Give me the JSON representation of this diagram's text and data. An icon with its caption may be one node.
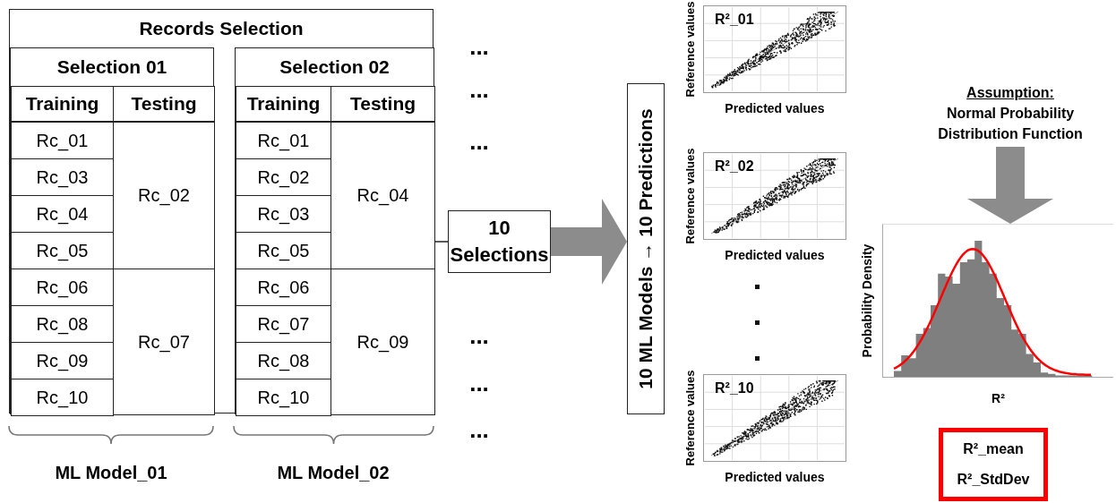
{
  "diagram": {
    "nodes": [
      {
        "text": [
          "Records Selection"
        ]
      },
      {
        "text": [
          "Selection 01"
        ],
        "in": 0
      },
      {
        "text": [
          "Training"
        ],
        "in": 1
      },
      {
        "text": [
          "Testing"
        ],
        "in": 1
      },
      {
        "text": [
          "Rc_01"
        ],
        "in": 1
      },
      {
        "text": [
          "Rc_02"
        ],
        "in": 1
      },
      {
        "text": [
          "Rc_03"
        ],
        "in": 1
      },
      {
        "text": [
          "Rc_04"
        ],
        "in": 1
      },
      {
        "text": [
          "Rc_05"
        ],
        "in": 1
      },
      {
        "text": [
          "Rc_06"
        ],
        "in": 1
      },
      {
        "text": [
          "Rc_07"
        ],
        "in": 1
      },
      {
        "text": [
          "Rc_08"
        ],
        "in": 1
      },
      {
        "text": [
          "Rc_09"
        ],
        "in": 1
      },
      {
        "text": [
          "Rc_10"
        ],
        "in": 1
      },
      {
        "text": [
          "Selection 02"
        ],
        "in": 0
      },
      {
        "text": [
          "Training"
        ],
        "in": 14
      },
      {
        "text": [
          "Testing"
        ],
        "in": 14
      },
      {
        "text": [
          "Rc_01"
        ],
        "in": 14
      },
      {
        "text": [
          "Rc_04"
        ],
        "in": 14
      },
      {
        "text": [
          "Rc_02"
        ],
        "in": 14
      },
      {
        "text": [
          "Rc_03"
        ],
        "in": 14
      },
      {
        "text": [
          "Rc_05"
        ],
        "in": 14
      },
      {
        "text": [
          "Rc_06"
        ],
        "in": 14
      },
      {
        "text": [
          "Rc_09"
        ],
        "in": 14
      },
      {
        "text": [
          "Rc_07"
        ],
        "in": 14
      },
      {
        "text": [
          "Rc_08"
        ],
        "in": 14
      },
      {
        "text": [
          "Rc_10"
        ],
        "in": 14
      },
      {
        "text": [
          "10 Selections"
        ]
      },
      {
        "text": [
          "10 ML Models → 10 Predictions"
        ]
      },
      {
        "text": [
          "R²_01"
        ],
        "beside": [
          "Reference values",
          "Predicted values"
        ]
      },
      {
        "text": [
          "R²_02"
        ],
        "beside": [
          "Reference values",
          "Predicted values"
        ]
      },
      {
        "text": [
          "R²_10"
        ],
        "beside": [
          "Reference values",
          "Predicted values"
        ]
      },
      {
        "text": [
          "Assumption:",
          "Normal Probability Distribution Function"
        ]
      },
      {
        "text": [],
        "shape": "picture",
        "beside": [
          "Probability Density",
          "R²"
        ]
      },
      {
        "text": [
          "R²_mean",
          "R²_StdDev"
        ]
      }
    ],
    "edges": [
      {
        "from": 0,
        "to": 27,
        "arrow": "none",
        "color": "#222222"
      },
      {
        "from": 27,
        "to": 28,
        "arrow": "to"
      },
      {
        "from": 32,
        "to": 33,
        "arrow": "to"
      }
    ],
    "labels": [
      "...",
      "...",
      "...",
      "...",
      "...",
      "...",
      "ML Model_01",
      "ML Model_02"
    ]
  }
}
